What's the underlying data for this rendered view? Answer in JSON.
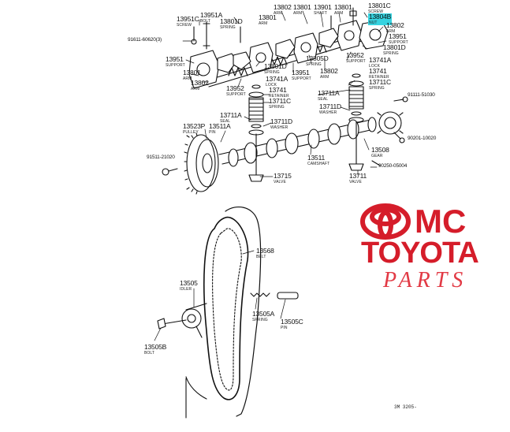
{
  "labels": [
    {
      "id": "13951A-top",
      "number": "13951A",
      "desc": "BOLT"
    },
    {
      "id": "13951C",
      "number": "13951C",
      "desc": "SCREW"
    },
    {
      "id": "13801D-top",
      "number": "13801D",
      "desc": "SPRING"
    },
    {
      "id": "13801-a",
      "number": "13801",
      "desc": "ARM"
    },
    {
      "id": "13802-top",
      "number": "13802",
      "desc": "ARM"
    },
    {
      "id": "13801-b",
      "number": "13801",
      "desc": "ARM"
    },
    {
      "id": "13901",
      "number": "13901",
      "desc": "SHAFT"
    },
    {
      "id": "13801-c",
      "number": "13801",
      "desc": "ARM"
    },
    {
      "id": "13801C",
      "number": "13801C",
      "desc": "SCREW"
    },
    {
      "id": "13804B",
      "number": "13804B",
      "desc": "NUT"
    },
    {
      "id": "13802-right",
      "number": "13802",
      "desc": "ARM"
    },
    {
      "id": "13951-right",
      "number": "13951",
      "desc": "SUPPORT"
    },
    {
      "id": "13801D-right",
      "number": "13801D",
      "desc": "SPRING"
    },
    {
      "id": "91611",
      "number": "91611-60620(3)",
      "desc": ""
    },
    {
      "id": "13951-left",
      "number": "13951",
      "desc": "SUPPORT"
    },
    {
      "id": "13801-left",
      "number": "13801",
      "desc": "ARM"
    },
    {
      "id": "13802-left",
      "number": "13802",
      "desc": "ARM"
    },
    {
      "id": "13952-left",
      "number": "13952",
      "desc": "SUPPORT"
    },
    {
      "id": "13801D-mid",
      "number": "13801D",
      "desc": "SPRING"
    },
    {
      "id": "13951-mid",
      "number": "13951",
      "desc": "SUPPORT"
    },
    {
      "id": "13805D",
      "number": "13805D",
      "desc": "SPRING"
    },
    {
      "id": "13802-mid",
      "number": "13802",
      "desc": "ARM"
    },
    {
      "id": "13952-right",
      "number": "13952",
      "desc": "SUPPORT"
    },
    {
      "id": "13741A-right",
      "number": "13741A",
      "desc": "LOCK"
    },
    {
      "id": "13741-right",
      "number": "13741",
      "desc": "RETAINER"
    },
    {
      "id": "13711C-right",
      "number": "13711C",
      "desc": "SPRING"
    },
    {
      "id": "13741A-left",
      "number": "13741A",
      "desc": "LOCK"
    },
    {
      "id": "13741-left",
      "number": "13741",
      "desc": "RETAINER"
    },
    {
      "id": "13711C-left",
      "number": "13711C",
      "desc": "SPRING"
    },
    {
      "id": "13711A-right",
      "number": "13711A",
      "desc": "SEAL"
    },
    {
      "id": "13711D-right",
      "number": "13711D",
      "desc": "WASHER"
    },
    {
      "id": "13711A-left",
      "number": "13711A",
      "desc": "SEAL"
    },
    {
      "id": "13711D-left",
      "number": "13711D",
      "desc": "WASHER"
    },
    {
      "id": "13523",
      "number": "13523P",
      "desc": "PULLEY"
    },
    {
      "id": "13511A",
      "number": "13511A",
      "desc": "PIN"
    },
    {
      "id": "91111",
      "number": "91111-51030",
      "desc": ""
    },
    {
      "id": "90201",
      "number": "90201-10020",
      "desc": ""
    },
    {
      "id": "13508",
      "number": "13508",
      "desc": "GEAR"
    },
    {
      "id": "91511",
      "number": "91511-21020",
      "desc": ""
    },
    {
      "id": "13511",
      "number": "13511",
      "desc": "CAMSHAFT"
    },
    {
      "id": "90250",
      "number": "90250-05004",
      "desc": ""
    },
    {
      "id": "13711",
      "number": "13711",
      "desc": "VALVE"
    },
    {
      "id": "13715",
      "number": "13715",
      "desc": "VALVE"
    },
    {
      "id": "13568",
      "number": "13568",
      "desc": "BELT"
    },
    {
      "id": "13505",
      "number": "13505",
      "desc": "IDLER"
    },
    {
      "id": "13505A",
      "number": "13505A",
      "desc": "SPRING"
    },
    {
      "id": "13505C",
      "number": "13505C",
      "desc": "PIN"
    },
    {
      "id": "13505B",
      "number": "13505B",
      "desc": "BOLT"
    }
  ],
  "watermark": {
    "line1": "MC",
    "line2": "TOYOTA",
    "line3": "PARTS",
    "logo": "toyota-emblem-icon"
  },
  "figure_code": "3M 3205-",
  "colors": {
    "brand_red": "#d51d2a",
    "highlight": "#36d3e0",
    "ink": "#111111"
  }
}
